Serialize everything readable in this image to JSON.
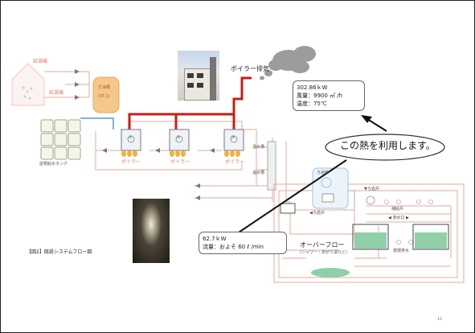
{
  "labels": {
    "boiler_exhaust": "ボイラー排気",
    "exhaust_info": [
      "302.86ｋW",
      "風量：9900 ㎥ /h",
      "温度：75℃"
    ],
    "callout": "この熱を利用します。",
    "water_supply_top": "給湯機",
    "water_supply_bottom": "給湯機",
    "tank_line1": "灯油槽",
    "tank_line2": "(ST-1)",
    "solar_caption": "屋根給水タンク",
    "boilers": [
      "①",
      "②",
      "③"
    ],
    "boiler_label": "ボイラー",
    "warm_water_tank_1": "温水槽",
    "warm_water_tank_2": "温水槽",
    "filter_unit": "ろ過機",
    "filter_valve_top": "▼ろ過弁",
    "filter_valve_left": "◀ろ過弁",
    "makeup_valve": "補給弁",
    "flow_port": "◀ 流水口 ▶",
    "drain": "循環排水",
    "overflow_info": [
      "62.7ｋW",
      "流量：およそ 60 ℓ /min"
    ],
    "overflow_title": "オーバーフロー",
    "overflow_sub": "(シャワー・あがり湯など)",
    "figure_caption": "【図2】既設システムフロー図",
    "page_number": "12"
  },
  "colors": {
    "hot_pipe": "#e8a898",
    "exhaust_pipe": "#cc1c14",
    "cold_pipe": "#7bb4dc",
    "boiler_fill": "#eef3f8",
    "flame": "#f2b040",
    "tank": "#f5c88a",
    "pool": "#8fd0a8",
    "steam": "#9c9c9c"
  }
}
